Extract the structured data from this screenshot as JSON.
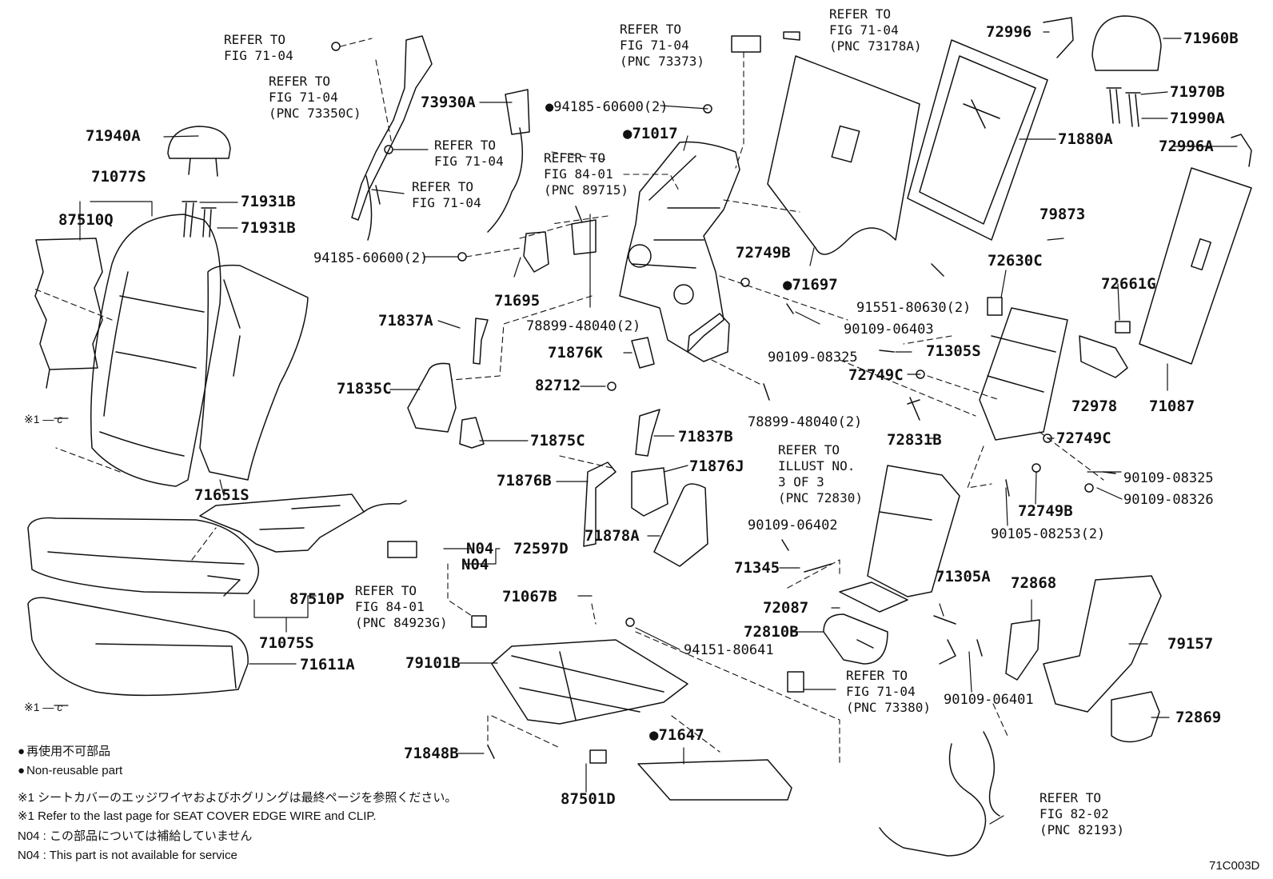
{
  "diagram": {
    "figure_id": "71C003D",
    "part_labels": [
      {
        "id": "72996",
        "text": "72996"
      },
      {
        "id": "71960B",
        "text": "71960B"
      },
      {
        "id": "71970B",
        "text": "71970B"
      },
      {
        "id": "71990A",
        "text": "71990A"
      },
      {
        "id": "72996A",
        "text": "72996A"
      },
      {
        "id": "71880A",
        "text": "71880A"
      },
      {
        "id": "79873",
        "text": "79873"
      },
      {
        "id": "72630C",
        "text": "72630C"
      },
      {
        "id": "72661G",
        "text": "72661G"
      },
      {
        "id": "91551-80630",
        "text": "91551-80630(2)"
      },
      {
        "id": "90109-06403",
        "text": "90109-06403"
      },
      {
        "id": "71305S",
        "text": "71305S"
      },
      {
        "id": "72978",
        "text": "72978"
      },
      {
        "id": "71087",
        "text": "71087"
      },
      {
        "id": "90109-08325a",
        "text": "90109-08325"
      },
      {
        "id": "72749Ca",
        "text": "72749C"
      },
      {
        "id": "72831B",
        "text": "72831B"
      },
      {
        "id": "72749Cb",
        "text": "72749C"
      },
      {
        "id": "90109-08325b",
        "text": "90109-08325"
      },
      {
        "id": "90109-08326",
        "text": "90109-08326"
      },
      {
        "id": "72749Ba",
        "text": "72749B"
      },
      {
        "id": "72749Bb",
        "text": "72749B"
      },
      {
        "id": "90105-08253",
        "text": "90105-08253(2)"
      },
      {
        "id": "71697",
        "text": "●71697"
      },
      {
        "id": "73930A",
        "text": "73930A"
      },
      {
        "id": "94185-60600a",
        "text": "●94185-60600(2)"
      },
      {
        "id": "71017",
        "text": "●71017"
      },
      {
        "id": "71940A",
        "text": "71940A"
      },
      {
        "id": "71077S",
        "text": "71077S"
      },
      {
        "id": "87510Q",
        "text": "87510Q"
      },
      {
        "id": "71931Ba",
        "text": "71931B"
      },
      {
        "id": "71931Bb",
        "text": "71931B"
      },
      {
        "id": "94185-60600b",
        "text": "94185-60600(2)"
      },
      {
        "id": "71695",
        "text": "71695"
      },
      {
        "id": "78899-48040a",
        "text": "78899-48040(2)"
      },
      {
        "id": "71837A",
        "text": "71837A"
      },
      {
        "id": "71876K",
        "text": "71876K"
      },
      {
        "id": "71835C",
        "text": "71835C"
      },
      {
        "id": "82712",
        "text": "82712"
      },
      {
        "id": "78899-48040b",
        "text": "78899-48040(2)"
      },
      {
        "id": "71875C",
        "text": "71875C"
      },
      {
        "id": "71837B",
        "text": "71837B"
      },
      {
        "id": "71876B",
        "text": "71876B"
      },
      {
        "id": "71876J",
        "text": "71876J"
      },
      {
        "id": "71878A",
        "text": "71878A"
      },
      {
        "id": "71651S",
        "text": "71651S"
      },
      {
        "id": "72597D",
        "text": "72597D"
      },
      {
        "id": "N04a",
        "text": "N04"
      },
      {
        "id": "N04b",
        "text": "N04"
      },
      {
        "id": "87510P",
        "text": "87510P"
      },
      {
        "id": "71075S",
        "text": "71075S"
      },
      {
        "id": "71611A",
        "text": "71611A"
      },
      {
        "id": "71067B",
        "text": "71067B"
      },
      {
        "id": "94151-80641",
        "text": "94151-80641"
      },
      {
        "id": "79101B",
        "text": "79101B"
      },
      {
        "id": "71848B",
        "text": "71848B"
      },
      {
        "id": "87501D",
        "text": "87501D"
      },
      {
        "id": "71647",
        "text": "●71647"
      },
      {
        "id": "90109-06402",
        "text": "90109-06402"
      },
      {
        "id": "71345",
        "text": "71345"
      },
      {
        "id": "72087",
        "text": "72087"
      },
      {
        "id": "72810B",
        "text": "72810B"
      },
      {
        "id": "71305A",
        "text": "71305A"
      },
      {
        "id": "90109-06401",
        "text": "90109-06401"
      },
      {
        "id": "72868",
        "text": "72868"
      },
      {
        "id": "79157",
        "text": "79157"
      },
      {
        "id": "72869",
        "text": "72869"
      }
    ],
    "references": [
      {
        "id": "ref-71-04-a",
        "text": "REFER TO\nFIG 71-04"
      },
      {
        "id": "ref-71-04-73350c",
        "text": "REFER TO\nFIG 71-04\n(PNC 73350C)"
      },
      {
        "id": "ref-71-04-b",
        "text": "REFER TO\nFIG 71-04"
      },
      {
        "id": "ref-71-04-c",
        "text": "REFER TO\nFIG 71-04"
      },
      {
        "id": "ref-71-04-73373",
        "text": "REFER TO\nFIG 71-04\n(PNC 73373)"
      },
      {
        "id": "ref-71-04-73178a",
        "text": "REFER TO\nFIG 71-04\n(PNC 73178A)"
      },
      {
        "id": "ref-84-01-89715",
        "text": "REFER TO\nFIG 84-01\n(PNC 89715)"
      },
      {
        "id": "ref-illust-72830",
        "text": "REFER TO\nILLUST NO.\n3 OF 3\n(PNC 72830)"
      },
      {
        "id": "ref-84-01-84923g",
        "text": "REFER TO\nFIG 84-01\n(PNC 84923G)"
      },
      {
        "id": "ref-71-04-73380",
        "text": "REFER TO\nFIG 71-04\n(PNC 73380)"
      },
      {
        "id": "ref-82-02-82193",
        "text": "REFER TO\nFIG 82-02\n(PNC 82193)"
      }
    ],
    "edge_marks": [
      {
        "id": "mark-upper",
        "text": "※1"
      },
      {
        "id": "mark-lower",
        "text": "※1"
      }
    ],
    "legend": {
      "nonreusable_jp": "再使用不可部品",
      "nonreusable_en": "Non-reusable part",
      "note1_jp": "※1 シートカバーのエッジワイヤおよびホグリングは最終ページを参照ください。",
      "note1_en": "※1 Refer to the last page for SEAT COVER EDGE WIRE and CLIP.",
      "n04_jp": "N04 : この部品については補給していません",
      "n04_en": "N04 : This part is not available for service"
    }
  }
}
